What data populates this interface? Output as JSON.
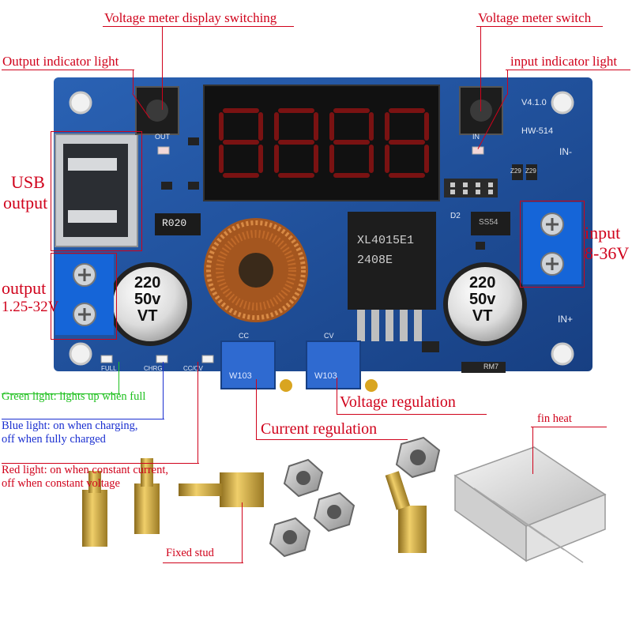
{
  "labels": {
    "display_switching": "Voltage meter display switching",
    "meter_switch": "Voltage meter switch",
    "output_indicator": "Output indicator light",
    "input_indicator": "input indicator light",
    "usb_output_line1": "USB",
    "usb_output_line2": "output",
    "input_line1": "input",
    "input_line2": "8-36V",
    "output_line1": "output",
    "output_line2": "1.25-32V",
    "green_light": "Green light: lights up when full",
    "blue_light_line1": "Blue light: on when charging,",
    "blue_light_line2": "off when fully charged",
    "red_light_line1": "Red light: on when constant current,",
    "red_light_line2": "off when constant voltage",
    "voltage_regulation": "Voltage regulation",
    "current_regulation": "Current regulation",
    "fin_heat": "fin heat",
    "fixed_stud": "Fixed stud"
  },
  "board": {
    "chip_line1": "XL4015E1",
    "chip_line2": "2408E",
    "cap_left_value": "220",
    "cap_left_voltage": "50v",
    "cap_left_series": "VT",
    "cap_right_value": "220",
    "cap_right_voltage": "50v",
    "cap_right_series": "VT",
    "resistor": "R020",
    "pot_left": "W103",
    "pot_right": "W103",
    "version": "V4.1.0",
    "model": "HW-514",
    "in_minus": "IN-",
    "in_plus": "IN+",
    "led_out": "OUT",
    "led_in": "IN",
    "diode": "D2",
    "ss": "SS54",
    "z_a": "Z29",
    "z_b": "Z29",
    "rm": "RM7",
    "cc": "CC",
    "cv": "CV",
    "lcc": "CC/CV",
    "lchrg": "CHRG",
    "lfull": "FULL"
  },
  "colors": {
    "annotation_red": "#d0021b",
    "annotation_green": "#1fc01f",
    "annotation_blue": "#1a2fd0",
    "pcb_blue": "#1f4f9a",
    "terminal_blue": "#1565d8",
    "brass": "#c9a23a"
  }
}
